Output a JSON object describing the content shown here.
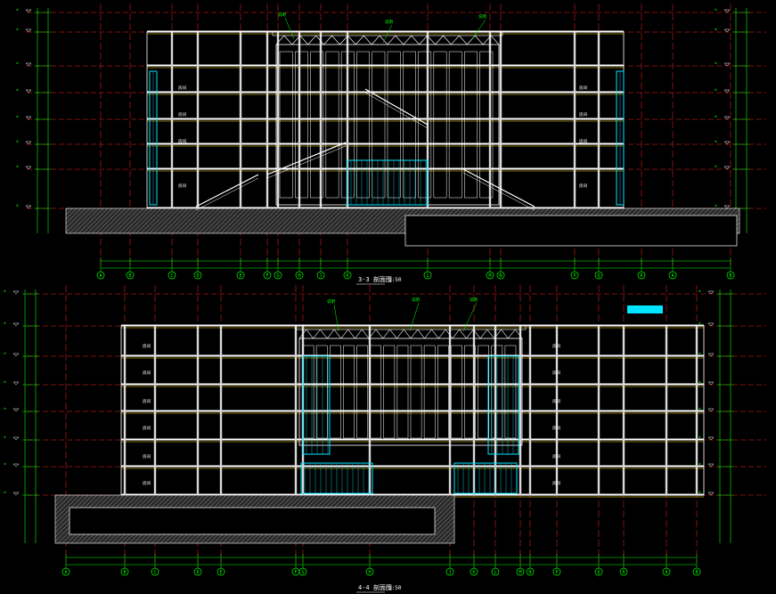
{
  "drawing": {
    "background": "#000000",
    "colors": {
      "grid_red": "#ff2020",
      "dim_green": "#00ff00",
      "wall_white": "#ffffff",
      "glass_cyan": "#00e5ff",
      "slab_yellow": "#ffd000",
      "hatch_gray": "#9a9a9a",
      "annot_magenta": "#ff40ff"
    }
  },
  "section_top": {
    "title": "3-3 剖面图",
    "scale": "1:50",
    "axes": [
      "A",
      "B",
      "C",
      "D",
      "E",
      "F",
      "G",
      "H",
      "J",
      "K",
      "L",
      "M",
      "N",
      "P",
      "Q",
      "R"
    ]
  },
  "section_bottom": {
    "title": "4-4 剖面图",
    "scale": "1:50",
    "axes": [
      "A",
      "B",
      "C",
      "D",
      "E",
      "F",
      "G",
      "H",
      "J",
      "K",
      "L",
      "M",
      "N",
      "P",
      "Q",
      "R"
    ]
  }
}
